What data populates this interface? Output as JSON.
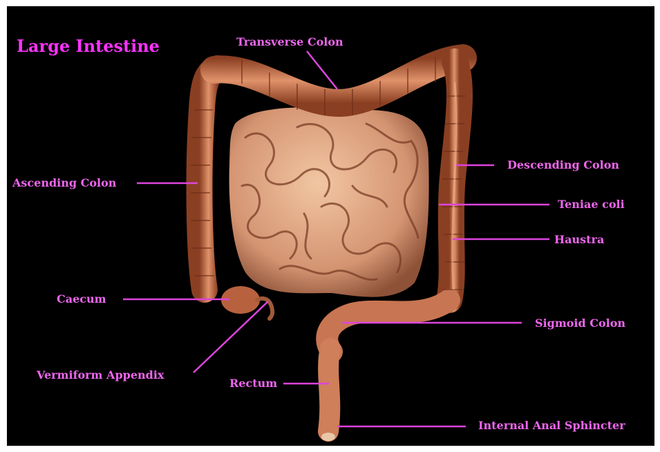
{
  "title": "Large Intestine",
  "colors": {
    "background": "#000000",
    "title": "#ff33ff",
    "labels": "#ee66ee",
    "leader_lines": "#dd44dd",
    "colon": "#c8704e",
    "small_intestine": "#e0a47e"
  },
  "labels": {
    "transverse_colon": "Transverse Colon",
    "ascending_colon": "Ascending Colon",
    "descending_colon": "Descending Colon",
    "teniae_coli": "Teniae coli",
    "haustra": "Haustra",
    "caecum": "Caecum",
    "sigmoid_colon": "Sigmoid Colon",
    "vermiform_appendix": "Vermiform Appendix",
    "rectum": "Rectum",
    "internal_anal_sphincter": "Internal Anal Sphincter"
  }
}
